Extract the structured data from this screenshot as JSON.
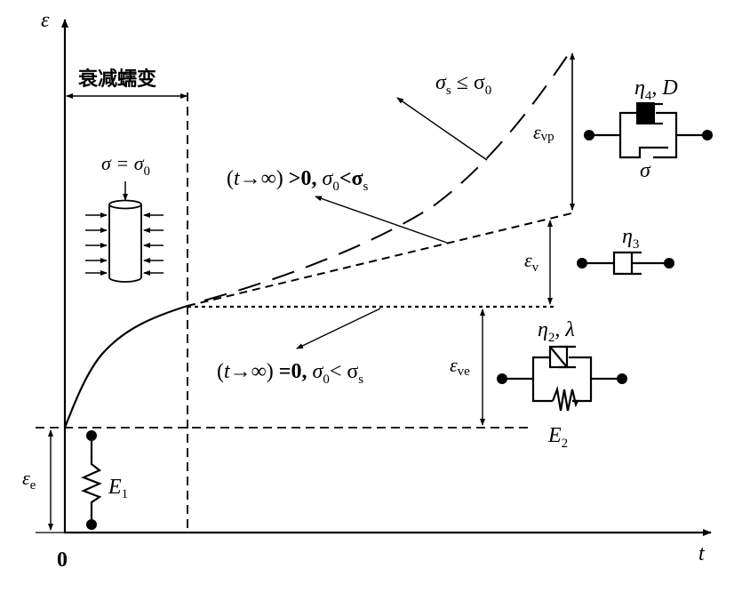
{
  "axes": {
    "y_label": "ε",
    "x_label": "t",
    "origin_label": "0"
  },
  "region": {
    "decay_creep_label": "衰减蠕变"
  },
  "specimen": {
    "stress_label_main": "σ = σ",
    "stress_label_sub": "0"
  },
  "annotations": {
    "unstable": {
      "sigma": "σ",
      "s_sub": "s",
      "rel": " ≤ σ",
      "zero_sub": "0"
    },
    "steady": {
      "paren": "(",
      "t": "t",
      "arrow": "→∞)",
      "rel": " >0",
      "comma": ", ",
      "sigma0": "σ",
      "zero_sub": "0",
      "lt": "<σ",
      "s_sub": "s"
    },
    "decay": {
      "paren": "(",
      "t": "t",
      "arrow": "→∞)",
      "rel": " =0",
      "comma": ", ",
      "sigma0": "σ",
      "zero_sub": "0",
      "lt": "< σ",
      "s_sub": "s"
    }
  },
  "strain_components": {
    "e": {
      "sym": "ε",
      "sub": "e"
    },
    "ve": {
      "sym": "ε",
      "sub": "ve"
    },
    "v": {
      "sym": "ε",
      "sub": "v"
    },
    "vp": {
      "sym": "ε",
      "sub": "vp"
    }
  },
  "elements": {
    "spring_E1": {
      "sym": "E",
      "sub": "1"
    },
    "kelvin": {
      "eta": "η",
      "eta_sub": "2",
      "extra": ", λ",
      "spring": "E",
      "spring_sub": "2"
    },
    "dashpot": {
      "eta": "η",
      "eta_sub": "3"
    },
    "plastic": {
      "eta": "η",
      "eta_sub": "4",
      "extra": ", D",
      "slider": "σ"
    }
  }
}
